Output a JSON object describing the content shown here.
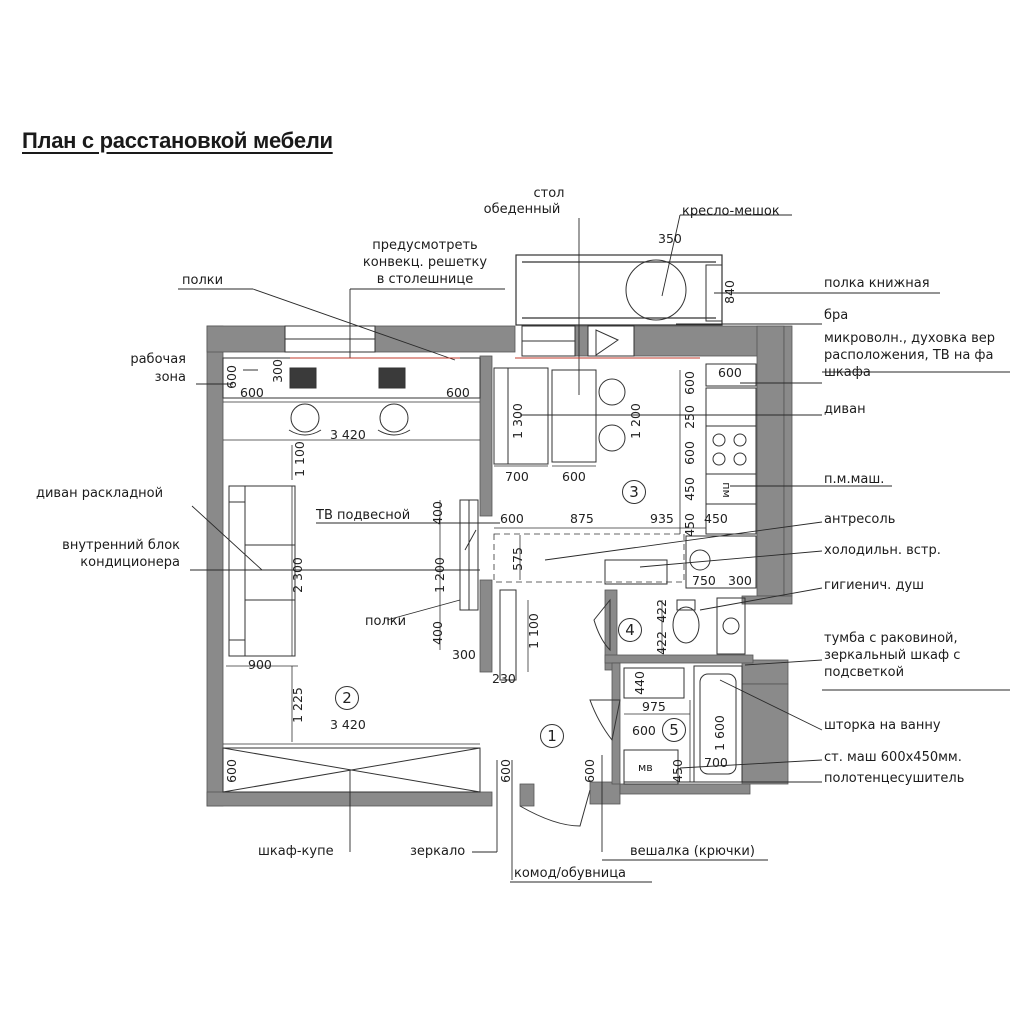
{
  "title": "План с расстановкой мебели",
  "labels": {
    "table_line1": "стол",
    "table_line2": "обеденный",
    "beanbag": "кресло-мешок",
    "convector_1": "предусмотреть",
    "convector_2": "конвекц. решетку",
    "convector_3": "в столешнице",
    "shelves_top": "полки",
    "bookshelf": "полка книжная",
    "sconce": "бра",
    "microwave_1": "микроволн., духовка вер",
    "microwave_2": "расположения, ТВ на фа",
    "microwave_3": "шкафа",
    "work_zone_1": "рабочая",
    "work_zone_2": "зона",
    "sofa": "диван",
    "dishwasher": "п.м.маш.",
    "sofa_bed": "диван раскладной",
    "tv": "ТВ подвесной",
    "mezzanine": "антресоль",
    "ac_1": "внутренний блок",
    "ac_2": "кондиционера",
    "fridge": "холодильн. встр.",
    "shower": "гигиенич. душ",
    "shelves_mid": "полки",
    "vanity_1": "тумба с раковиной,",
    "vanity_2": "зеркальный шкаф с",
    "vanity_3": "подсветкой",
    "curtain": "шторка на ванну",
    "washer": "ст. маш 600х450мм.",
    "towel": "полотенцесушитель",
    "wardrobe": "шкаф-купе",
    "mirror": "зеркало",
    "hanger": "вешалка (крючки)",
    "dresser": "комод/обувница",
    "washer_mark": "мв",
    "dw_mark": "пм"
  },
  "rooms": [
    "1",
    "2",
    "3",
    "4",
    "5"
  ],
  "dims": {
    "d350": "350",
    "d840": "840",
    "d600a": "600",
    "d300": "300",
    "d600b": "600",
    "d600c": "600",
    "d3420a": "3 420",
    "d1100a": "1 100",
    "d1300": "1 300",
    "d1200": "1 200",
    "d700a": "700",
    "d600d": "600",
    "d600k": "600",
    "d250": "250",
    "d600e": "600",
    "d450a": "450",
    "d450b": "450",
    "d600f": "600",
    "d875": "875",
    "d935": "935",
    "d450c": "450",
    "d575": "575",
    "d750": "750",
    "d300b": "300",
    "d400a": "400",
    "d1200b": "1 200",
    "d400b": "400",
    "d2300": "2 300",
    "d300c": "300",
    "d1100b": "1 100",
    "d900": "900",
    "d1225": "1 225",
    "d3420b": "3 420",
    "d230": "230",
    "d422a": "422",
    "d422b": "422",
    "d440": "440",
    "d975": "975",
    "d600g": "600",
    "d1600": "1 600",
    "d700b": "700",
    "d450d": "450",
    "d600h": "600",
    "d600i": "600",
    "d600j": "600"
  }
}
